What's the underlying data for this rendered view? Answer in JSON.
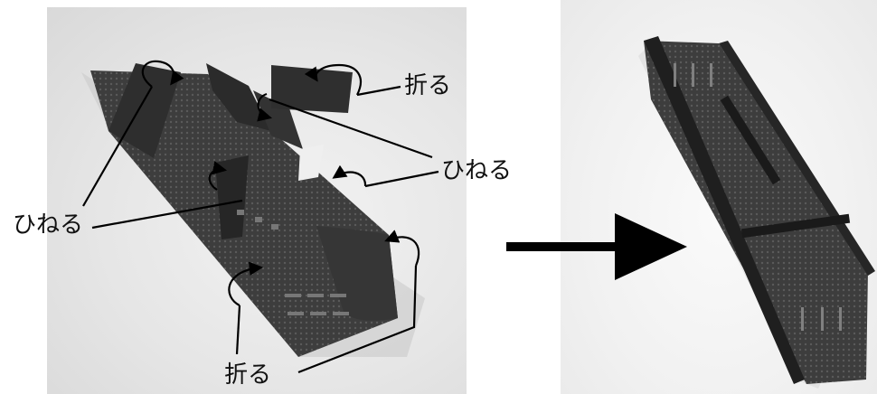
{
  "figure": {
    "labels": [
      {
        "id": "fold-top-right",
        "text": "折る"
      },
      {
        "id": "twist-right",
        "text": "ひねる"
      },
      {
        "id": "twist-left",
        "text": "ひねる"
      },
      {
        "id": "fold-bottom",
        "text": "折る"
      }
    ]
  }
}
